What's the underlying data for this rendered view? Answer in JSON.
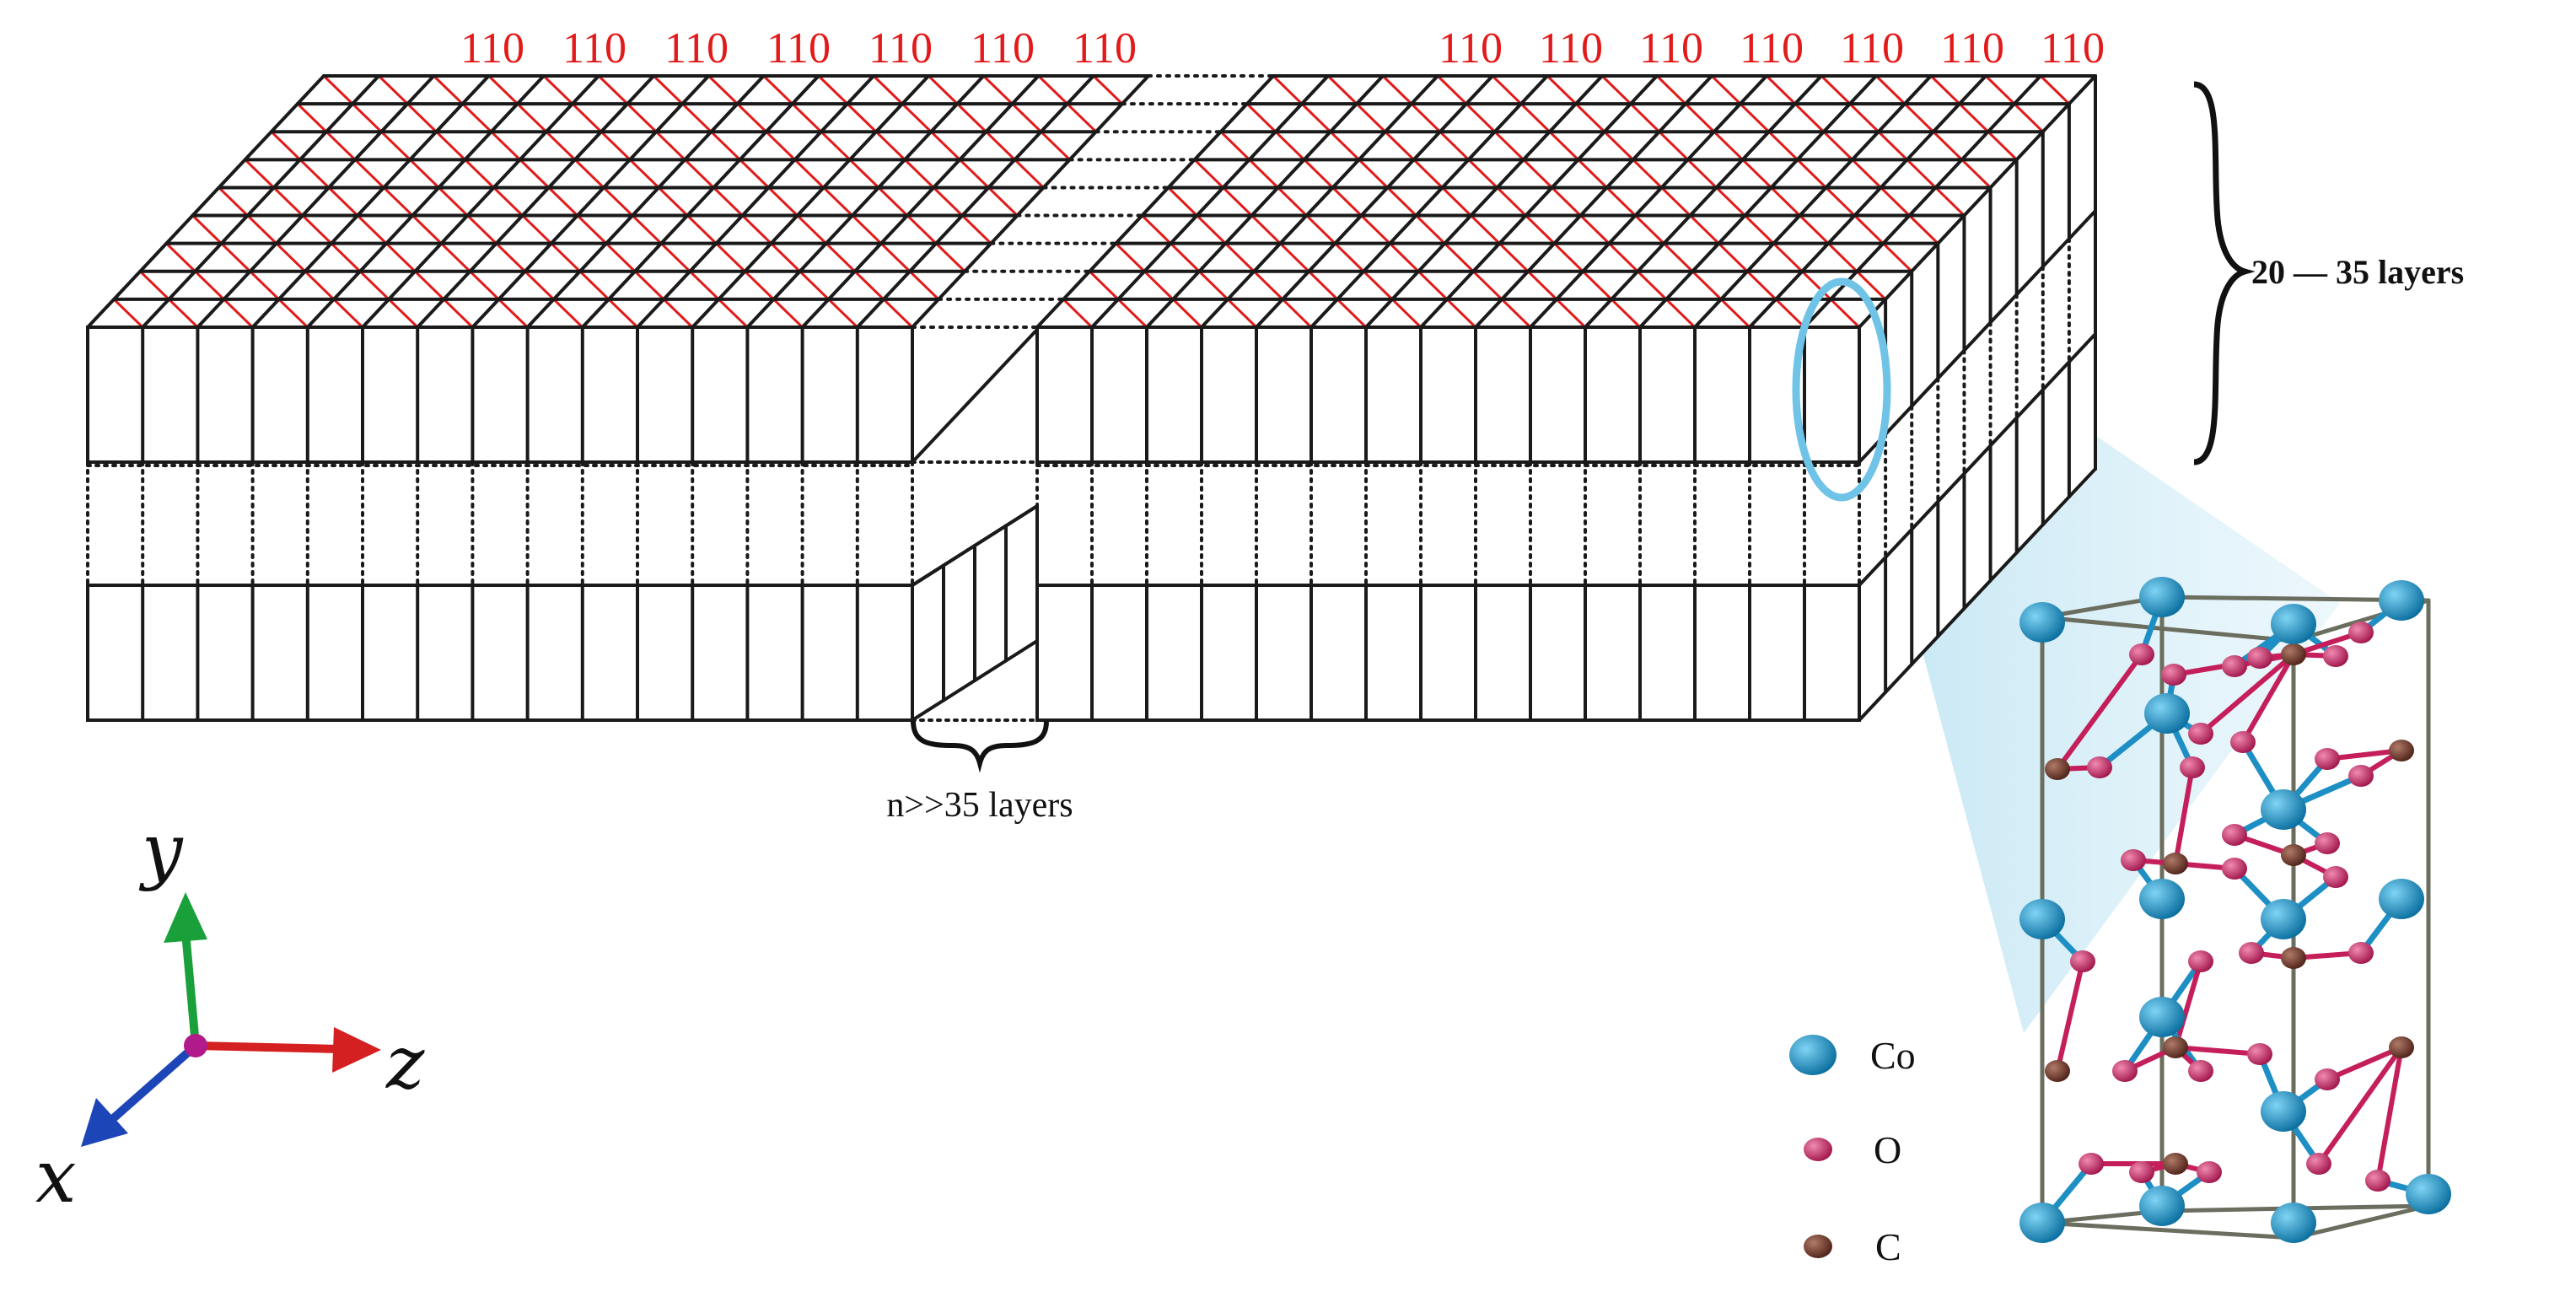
{
  "surface_labels": {
    "left": [
      "110",
      "110",
      "110",
      "110",
      "110",
      "110",
      "110"
    ],
    "right": [
      "110",
      "110",
      "110",
      "110",
      "110",
      "110",
      "110"
    ]
  },
  "annotations": {
    "thickness": "20 — 35 layers",
    "bulk": "n>>35 layers"
  },
  "axes": {
    "y": "y",
    "z": "z",
    "x": "x"
  },
  "legend": [
    {
      "label": "Co",
      "color": "#1d8fc4"
    },
    {
      "label": "O",
      "color": "#c41f5a"
    },
    {
      "label": "C",
      "color": "#7a3a2c"
    }
  ],
  "colors": {
    "grid": "#1a1a1a",
    "diagonal": "#e21a1a",
    "highlight": "#6fc3e6",
    "axis_y": "#1aa03a",
    "axis_z": "#d42020",
    "axis_x": "#1c46b8",
    "origin": "#b01a8a"
  }
}
